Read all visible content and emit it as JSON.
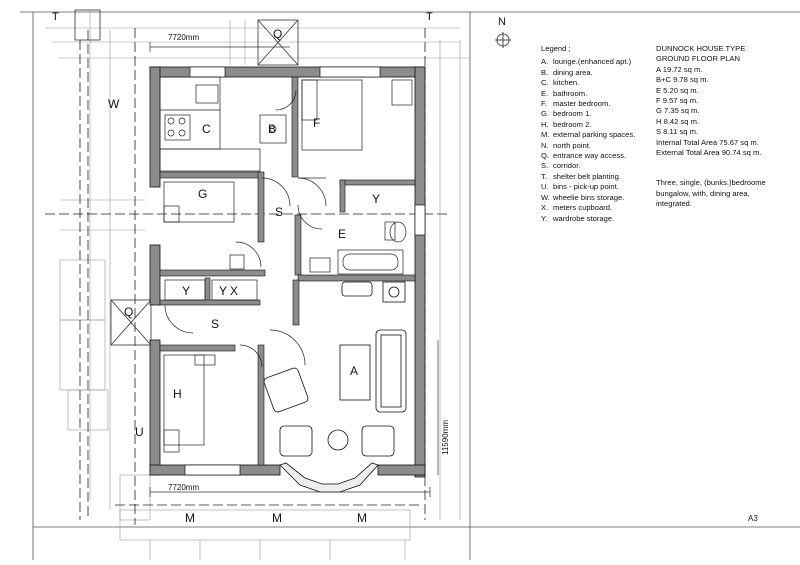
{
  "north_label": "N",
  "sheet_label": "A3",
  "dimensions": {
    "top": "7720mm",
    "bottom": "7720mm",
    "side": "11590mm"
  },
  "grid_labels": {
    "t": "T",
    "w": "W",
    "q": "Q",
    "u": "U",
    "m": "M"
  },
  "rooms": {
    "A": "A",
    "B": "B",
    "C": "C",
    "E": "E",
    "F": "F",
    "G": "G",
    "H": "H",
    "S": "S",
    "Y": "Y",
    "X": "X"
  },
  "legend": {
    "title": "Legend ;",
    "items": [
      {
        "key": "A.",
        "text": "lounge.(enhanced apt.)"
      },
      {
        "key": "B.",
        "text": "dining area."
      },
      {
        "key": "C.",
        "text": "kitchen."
      },
      {
        "key": "E.",
        "text": "bathroom."
      },
      {
        "key": "F.",
        "text": "master bedroom."
      },
      {
        "key": "G.",
        "text": "bedroom 1."
      },
      {
        "key": "H.",
        "text": "bedroom 2."
      },
      {
        "key": "M.",
        "text": "external parking spaces."
      },
      {
        "key": "N.",
        "text": "north point."
      },
      {
        "key": "Q.",
        "text": "entrance way access."
      },
      {
        "key": "S.",
        "text": "corridor."
      },
      {
        "key": "T.",
        "text": "shelter belt planting."
      },
      {
        "key": "U.",
        "text": "bins - pick-up point."
      },
      {
        "key": "W.",
        "text": "wheelie bins storage."
      },
      {
        "key": "X.",
        "text": "meters cupboard."
      },
      {
        "key": "Y.",
        "text": "wardrobe storage."
      }
    ]
  },
  "info": {
    "title1": "DUNNOCK HOUSE TYPE",
    "title2": "GROUND FLOOR PLAN",
    "areas": [
      "A    19.72 sq m.",
      "B+C 9.78 sq m.",
      "E    5.20 sq m.",
      "F    9.57 sq m.",
      "G    7.35 sq m.",
      "H    8.42 sq m.",
      "S    8.11 sq m.",
      "Internal Total Area 75.67 sq m.",
      "External Total Area 90.74 sq m."
    ],
    "description": [
      "Three, single, (bunks.)bedroome",
      "bungalow, with, dining area,",
      "integrated."
    ]
  }
}
